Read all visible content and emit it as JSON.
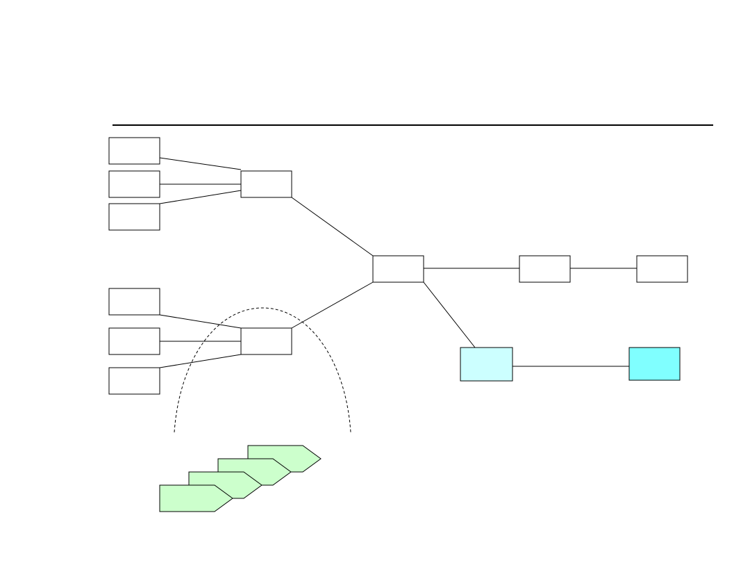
{
  "title": "",
  "nodes": [
    {
      "id": "L1",
      "label": "",
      "fill": "#ffffff"
    },
    {
      "id": "L2",
      "label": "",
      "fill": "#ffffff"
    },
    {
      "id": "L3",
      "label": "",
      "fill": "#ffffff"
    },
    {
      "id": "A",
      "label": "",
      "fill": "#ffffff"
    },
    {
      "id": "L4",
      "label": "",
      "fill": "#ffffff"
    },
    {
      "id": "L5",
      "label": "",
      "fill": "#ffffff"
    },
    {
      "id": "L6",
      "label": "",
      "fill": "#ffffff"
    },
    {
      "id": "B",
      "label": "",
      "fill": "#ffffff"
    },
    {
      "id": "C",
      "label": "",
      "fill": "#ffffff"
    },
    {
      "id": "D",
      "label": "",
      "fill": "#ffffff"
    },
    {
      "id": "E",
      "label": "",
      "fill": "#ffffff"
    },
    {
      "id": "F",
      "label": "",
      "fill": "#ccffff"
    },
    {
      "id": "G",
      "label": "",
      "fill": "#80ffff"
    }
  ],
  "edges": [
    {
      "from": "L1",
      "to": "A"
    },
    {
      "from": "L2",
      "to": "A"
    },
    {
      "from": "L3",
      "to": "A"
    },
    {
      "from": "A",
      "to": "C"
    },
    {
      "from": "L4",
      "to": "B"
    },
    {
      "from": "L5",
      "to": "B"
    },
    {
      "from": "L6",
      "to": "B"
    },
    {
      "from": "B",
      "to": "C"
    },
    {
      "from": "C",
      "to": "D"
    },
    {
      "from": "D",
      "to": "E"
    },
    {
      "from": "C",
      "to": "F"
    },
    {
      "from": "F",
      "to": "G"
    }
  ],
  "stack_tags": [
    {
      "label": "",
      "fill": "#ccffcc"
    },
    {
      "label": "",
      "fill": "#ccffcc"
    },
    {
      "label": "",
      "fill": "#ccffcc"
    },
    {
      "label": "",
      "fill": "#ccffcc"
    }
  ],
  "colors": {
    "line": "#000000",
    "highlight_light": "#ccffff",
    "highlight_strong": "#80ffff",
    "tag_fill": "#ccffcc"
  }
}
